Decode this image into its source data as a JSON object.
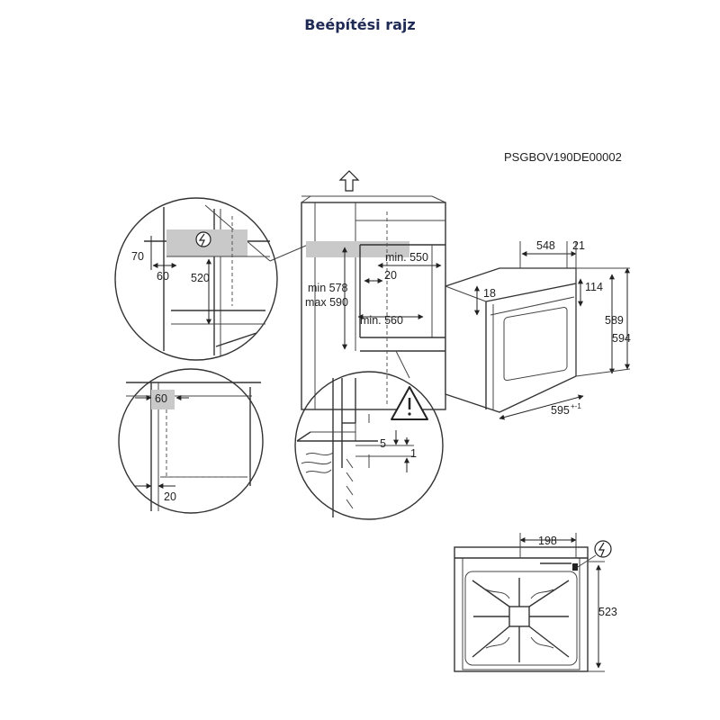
{
  "title": "Beépítési rajz",
  "drawing_code": "PSGBOV190DE00002",
  "icons": {
    "power": "power-plug-icon",
    "warning": "warning-triangle-icon",
    "vent": "ventilation-arrow-icon"
  },
  "dimensions": {
    "d70": "70",
    "d60a": "60",
    "d520": "520",
    "min550": "min. 550",
    "d20a": "20",
    "min578": "min 578",
    "max590": "max 590",
    "min560": "min. 560",
    "d548": "548",
    "d21": "21",
    "d18": "18",
    "d114": "114",
    "d589": "589",
    "d594": "594",
    "d595": "595",
    "d595_tol": "+-1",
    "d60b": "60",
    "d20b": "20",
    "d5": "5",
    "d1": "1",
    "d198": "198",
    "d523": "523"
  }
}
